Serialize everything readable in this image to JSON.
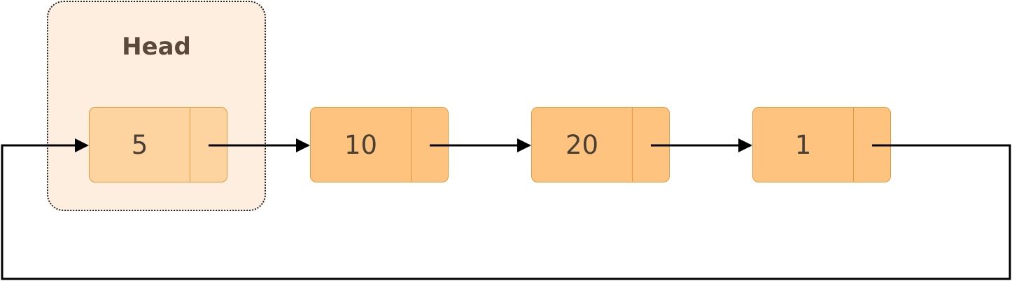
{
  "head": {
    "label": "Head"
  },
  "nodes": [
    {
      "value": "5"
    },
    {
      "value": "10"
    },
    {
      "value": "20"
    },
    {
      "value": "1"
    }
  ],
  "colors": {
    "head_region_fill": "#fdeedf",
    "head_node_fill": "#fdd4a0",
    "node_fill": "#fec47f",
    "node_border": "#e39a3c",
    "text": "#4a3f35",
    "arrow": "#000000"
  }
}
